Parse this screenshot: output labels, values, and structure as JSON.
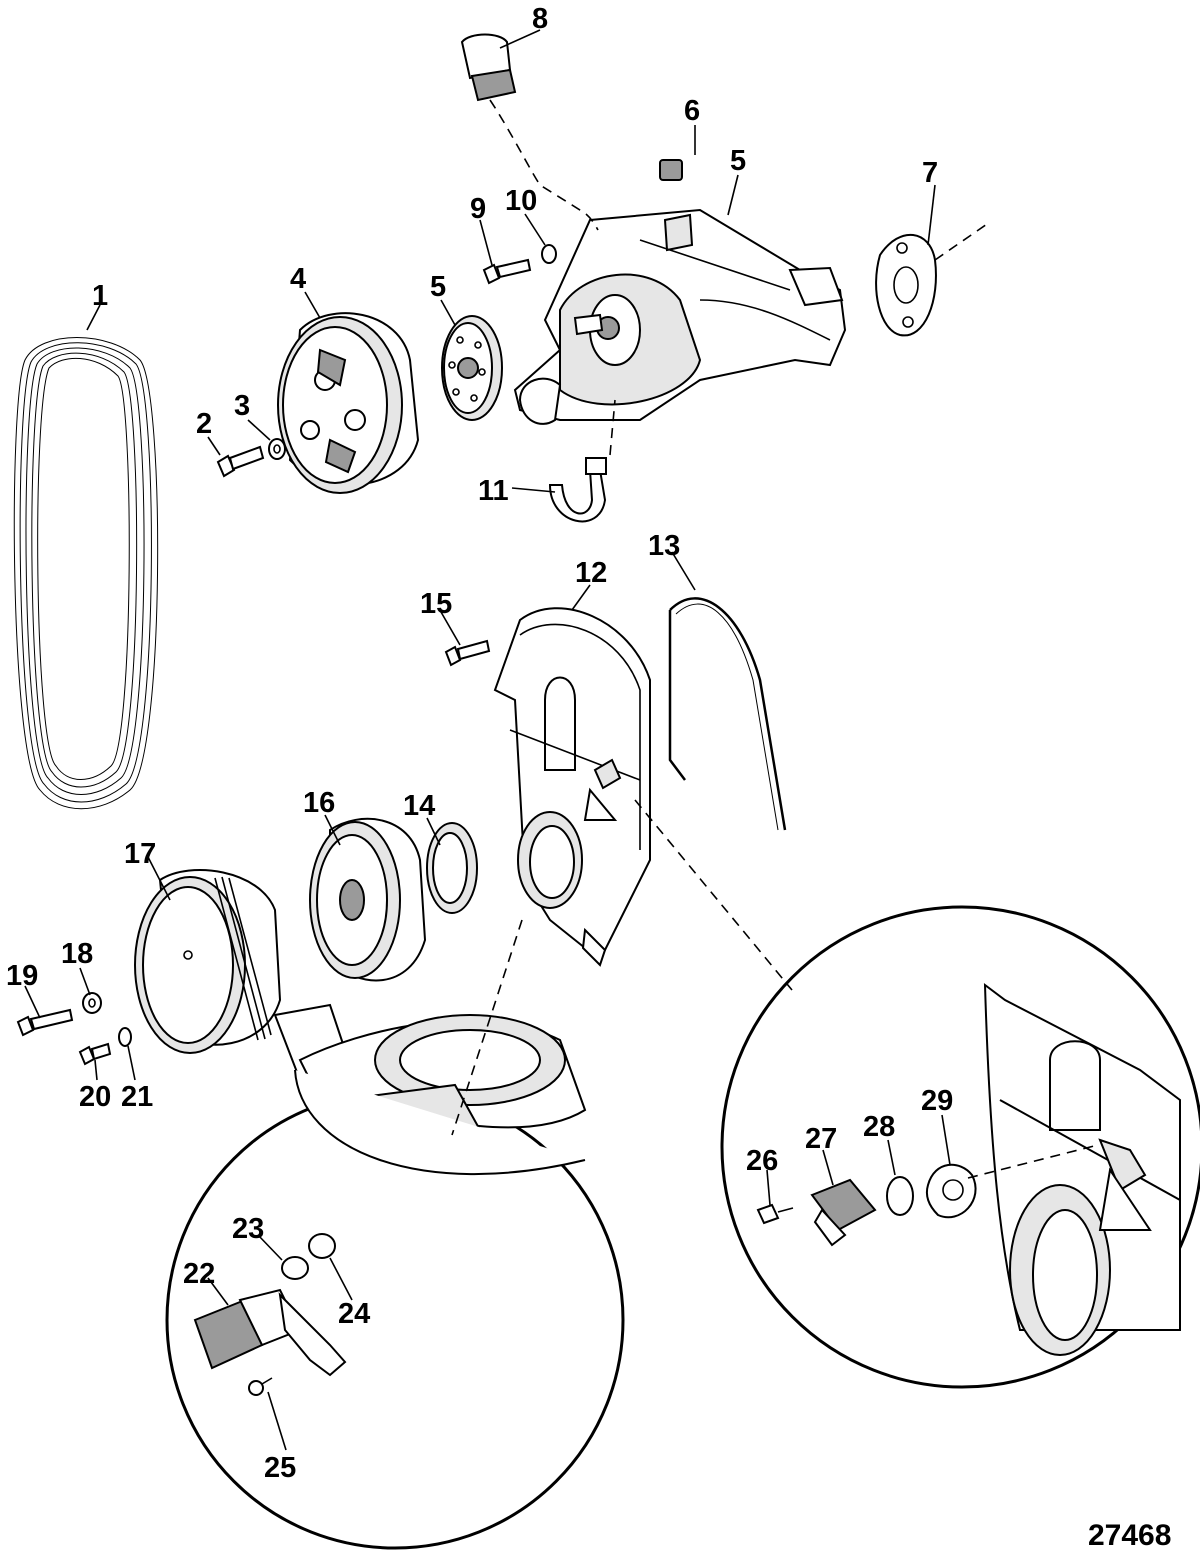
{
  "figure_number": "27468",
  "callouts": {
    "c1": "1",
    "c2": "2",
    "c3": "3",
    "c4": "4",
    "c5a": "5",
    "c5b": "5",
    "c6": "6",
    "c7": "7",
    "c8": "8",
    "c9": "9",
    "c10": "10",
    "c11": "11",
    "c12": "12",
    "c13": "13",
    "c14": "14",
    "c15": "15",
    "c16": "16",
    "c17": "17",
    "c18": "18",
    "c19": "19",
    "c20": "20",
    "c21": "21",
    "c22": "22",
    "c23": "23",
    "c24": "24",
    "c25": "25",
    "c26": "26",
    "c27": "27",
    "c28": "28",
    "c29": "29"
  }
}
